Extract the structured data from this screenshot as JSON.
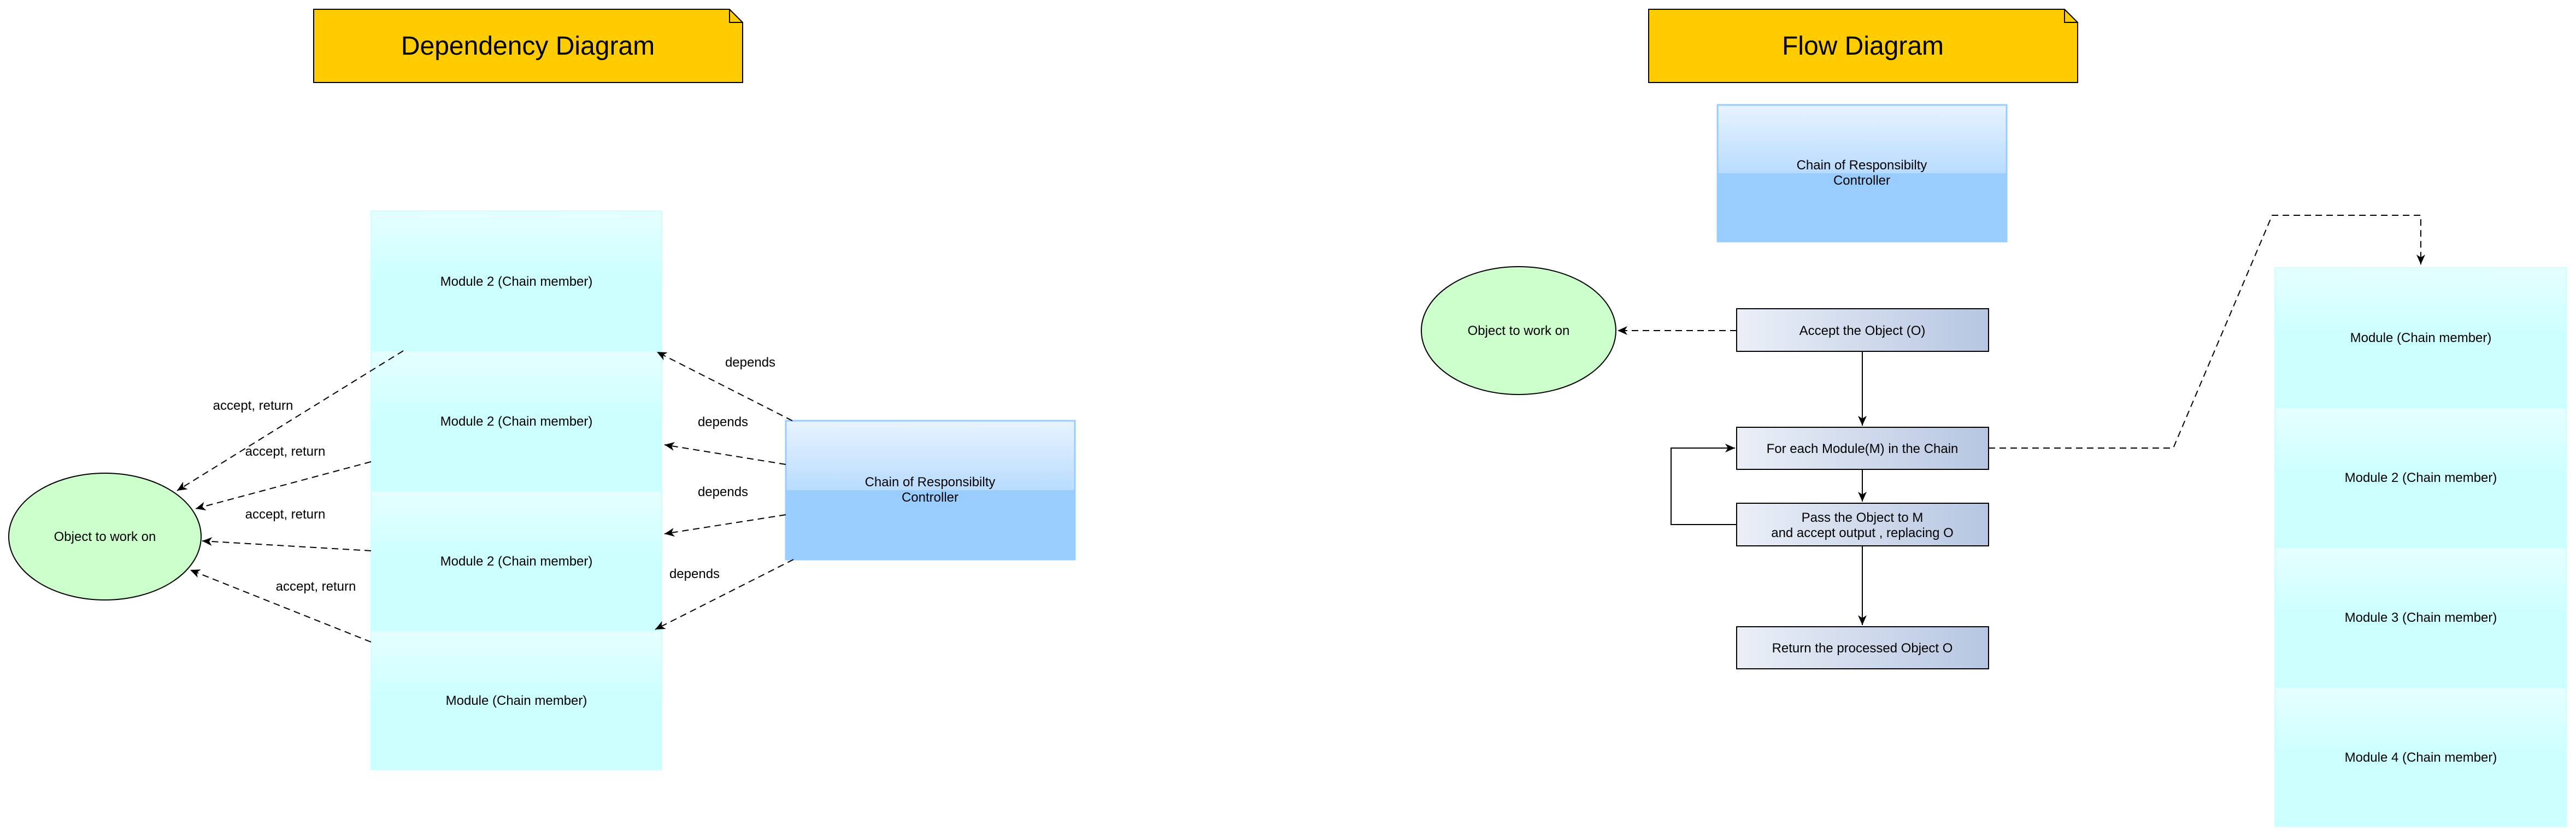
{
  "colors": {
    "note_fill": "#FFCC00",
    "module_top": "#E6FFFF",
    "module_bottom": "#CCFFFF",
    "controller_top": "#DAE8FC",
    "controller_bottom": "#99CCFF",
    "ellipse_fill": "#CCFFCC",
    "process_light": "#EBEFF7",
    "process_dark": "#B6C6E2",
    "stroke": "#000000"
  },
  "dependency_diagram": {
    "title": "Dependency Diagram",
    "modules": [
      "Module 2 (Chain member)",
      "Module 2 (Chain member)",
      "Module 2 (Chain member)",
      "Module (Chain member)"
    ],
    "controller": [
      "Chain of Responsibilty",
      "Controller"
    ],
    "object": "Object to work on",
    "depends_labels": [
      "depends",
      "depends",
      "depends",
      "depends"
    ],
    "accept_labels": [
      "accept, return",
      "accept, return",
      "accept, return",
      "accept, return"
    ]
  },
  "flow_diagram": {
    "title": "Flow Diagram",
    "controller": [
      "Chain of Responsibilty",
      "Controller"
    ],
    "object": "Object to work on",
    "steps": {
      "accept": "Accept the Object (O)",
      "for_each": "For each Module(M) in the Chain",
      "pass": [
        "Pass the Object to M",
        "and accept output , replacing O"
      ],
      "return": "Return the processed Object O"
    },
    "modules": [
      "Module (Chain member)",
      "Module 2 (Chain member)",
      "Module 3 (Chain member)",
      "Module 4 (Chain member)"
    ]
  }
}
